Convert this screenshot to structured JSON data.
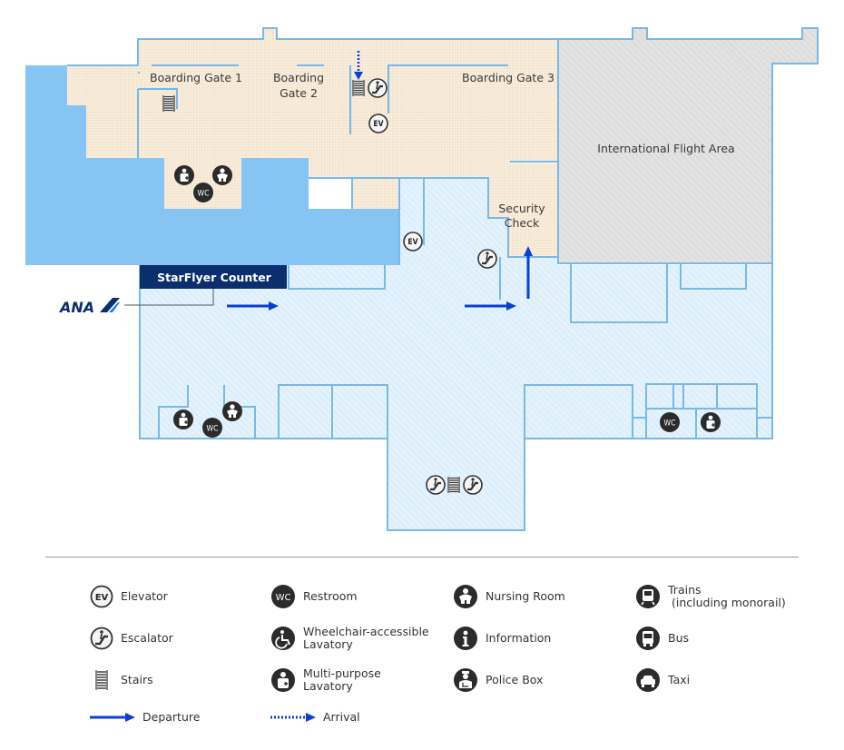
{
  "map": {
    "areas": {
      "boarding_gate_1": "Boarding Gate 1",
      "boarding_gate_2_line1": "Boarding",
      "boarding_gate_2_line2": "Gate 2",
      "boarding_gate_3": "Boarding Gate 3",
      "international_flight_area": "International Flight Area",
      "security_check_line1": "Security",
      "security_check_line2": "Check"
    },
    "counter": {
      "label": "StarFlyer Counter"
    },
    "airline_logo": {
      "text": "ANA"
    },
    "icon_text": {
      "elevator": "EV",
      "restroom": "WC"
    },
    "colors": {
      "departure_arrow": "#0a3fd6",
      "counter_bg": "#0a2e6e",
      "wall": "#7ab8e6",
      "restricted_area": "#cfe7fb",
      "water": "#86c4f3",
      "gate_area": "#f7ebd9",
      "international_area": "#dedede"
    }
  },
  "legend": {
    "items": [
      {
        "id": "elevator",
        "icon": "elevator-icon",
        "label": "Elevator"
      },
      {
        "id": "escalator",
        "icon": "escalator-icon",
        "label": "Escalator"
      },
      {
        "id": "stairs",
        "icon": "stairs-icon",
        "label": "Stairs"
      },
      {
        "id": "departure",
        "icon": "departure-arrow-icon",
        "label": "Departure"
      },
      {
        "id": "restroom",
        "icon": "restroom-icon",
        "label": "Restroom"
      },
      {
        "id": "wheelchair",
        "icon": "wheelchair-icon",
        "label": "Wheelchair-accessible\nLavatory"
      },
      {
        "id": "multipurpose",
        "icon": "multipurpose-lavatory-icon",
        "label": "Multi-purpose\nLavatory"
      },
      {
        "id": "arrival",
        "icon": "arrival-arrow-icon",
        "label": "Arrival"
      },
      {
        "id": "nursing",
        "icon": "nursing-room-icon",
        "label": "Nursing Room"
      },
      {
        "id": "information",
        "icon": "information-icon",
        "label": "Information"
      },
      {
        "id": "police",
        "icon": "police-box-icon",
        "label": "Police Box"
      },
      {
        "id": "trains",
        "icon": "train-icon",
        "label": "Trains\n (including monorail)"
      },
      {
        "id": "bus",
        "icon": "bus-icon",
        "label": "Bus"
      },
      {
        "id": "taxi",
        "icon": "taxi-icon",
        "label": "Taxi"
      }
    ]
  }
}
